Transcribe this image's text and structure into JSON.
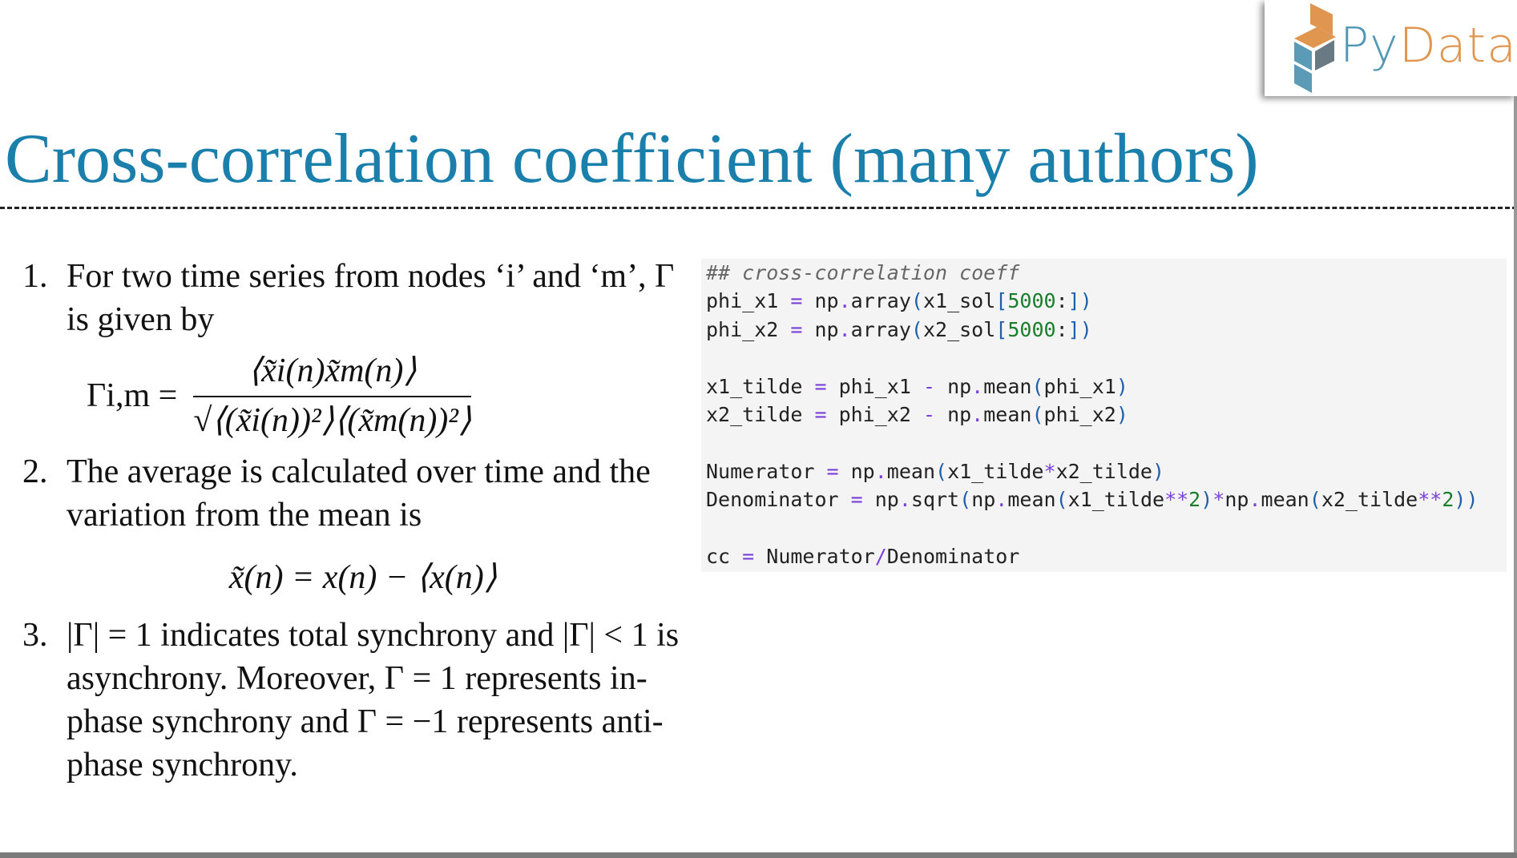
{
  "logo": {
    "text_py": "Py",
    "text_data": "Data"
  },
  "title": "Cross-correlation coefficient (many authors)",
  "list": [
    {
      "num": "1.",
      "text": "For two time series from nodes ‘i’ and ‘m’, Γ is given by"
    },
    {
      "num": "2.",
      "text": "The average is calculated over time and the variation from the mean is"
    },
    {
      "num": "3.",
      "text": "|Γ| = 1 indicates total synchrony and |Γ| < 1 is asynchrony. Moreover, Γ = 1 represents in-phase synchrony and Γ = −1 represents anti-phase synchrony."
    }
  ],
  "equations": {
    "gamma_lhs": "Γi,m =",
    "gamma_num": "⟨x̃i(n)x̃m(n)⟩",
    "gamma_den": "√⟨(x̃i(n))²⟩⟨(x̃m(n))²⟩",
    "mean_dev": "x̃(n) = x(n) − ⟨x(n)⟩"
  },
  "code": {
    "comment": "## cross-correlation coeff",
    "lines": [
      "phi_x1 = np.array(x1_sol[5000:])",
      "phi_x2 = np.array(x2_sol[5000:])",
      "",
      "x1_tilde = phi_x1 - np.mean(phi_x1)",
      "x2_tilde = phi_x2 - np.mean(phi_x2)",
      "",
      "Numerator = np.mean(x1_tilde*x2_tilde)",
      "Denominator = np.sqrt(np.mean(x1_tilde**2)*np.mean(x2_tilde**2))",
      "",
      "cc = Numerator/Denominator"
    ]
  },
  "colors": {
    "title": "#1a7fab",
    "logo_blue": "#4f97b3",
    "logo_orange": "#e0964e",
    "code_bg": "#f4f4f4"
  }
}
